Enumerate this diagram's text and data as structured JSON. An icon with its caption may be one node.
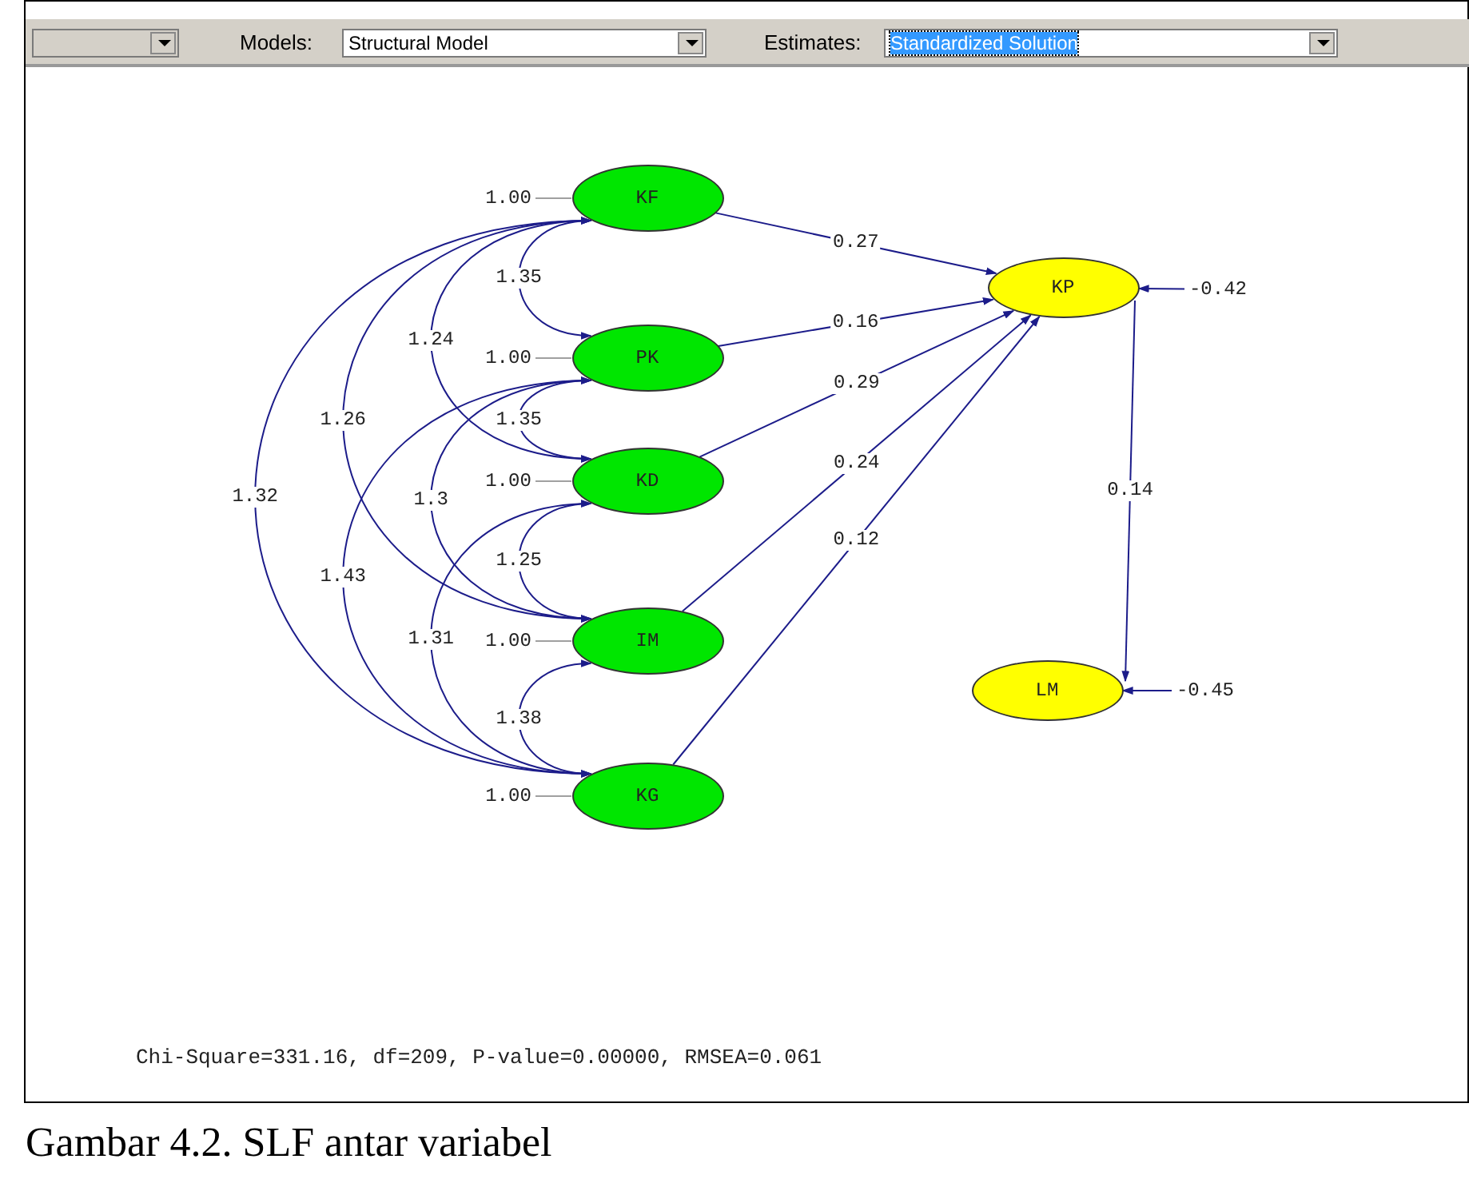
{
  "diagram": {
    "caption": "Gambar 4.2. SLF antar variabel",
    "nodes": [
      {
        "text": [
          "KF"
        ]
      },
      {
        "text": [
          "PK"
        ]
      },
      {
        "text": [
          "KD"
        ]
      },
      {
        "text": [
          "IM"
        ]
      },
      {
        "text": [
          "KG"
        ]
      },
      {
        "text": [
          "KP"
        ]
      },
      {
        "text": [
          "LM"
        ]
      },
      {
        "text": [
          "1.00"
        ]
      },
      {
        "text": [
          "1.00"
        ]
      },
      {
        "text": [
          "1.00"
        ]
      },
      {
        "text": [
          "1.00"
        ]
      },
      {
        "text": [
          "1.00"
        ]
      },
      {
        "text": [
          "-0.42"
        ]
      },
      {
        "text": [
          "-0.45"
        ]
      }
    ],
    "edges": [
      {
        "from": 0,
        "to": 5,
        "arrow": "to",
        "label": "0.27"
      },
      {
        "from": 1,
        "to": 5,
        "arrow": "to",
        "label": "0.16"
      },
      {
        "from": 2,
        "to": 5,
        "arrow": "to",
        "label": "0.29"
      },
      {
        "from": 3,
        "to": 5,
        "arrow": "to",
        "label": "0.24"
      },
      {
        "from": 4,
        "to": 5,
        "arrow": "to",
        "label": "0.12"
      },
      {
        "from": 5,
        "to": 6,
        "arrow": "to",
        "label": "0.14"
      },
      {
        "from": 12,
        "to": 5,
        "arrow": "to"
      },
      {
        "from": 13,
        "to": 6,
        "arrow": "to"
      },
      {
        "from": 7,
        "to": 0,
        "arrow": "none",
        "color": "#a0a0a0"
      },
      {
        "from": 8,
        "to": 1,
        "arrow": "none",
        "color": "#a0a0a0"
      },
      {
        "from": 9,
        "to": 2,
        "arrow": "none",
        "color": "#a0a0a0"
      },
      {
        "from": 10,
        "to": 3,
        "arrow": "none",
        "color": "#a0a0a0"
      },
      {
        "from": 11,
        "to": 4,
        "arrow": "none",
        "color": "#a0a0a0"
      },
      {
        "from": 0,
        "to": 1,
        "arrow": "both",
        "label": "1.35"
      },
      {
        "from": 0,
        "to": 2,
        "arrow": "both",
        "label": "1.24"
      },
      {
        "from": 0,
        "to": 3,
        "arrow": "both",
        "label": "1.26"
      },
      {
        "from": 1,
        "to": 2,
        "arrow": "both",
        "label": "1.35"
      },
      {
        "from": 1,
        "to": 3,
        "arrow": "both",
        "label": "1.3"
      },
      {
        "from": 0,
        "to": 4,
        "arrow": "both",
        "label": "1.32"
      },
      {
        "from": 2,
        "to": 3,
        "arrow": "both",
        "label": "1.25"
      },
      {
        "from": 1,
        "to": 4,
        "arrow": "both",
        "label": "1.43"
      },
      {
        "from": 2,
        "to": 4,
        "arrow": "both",
        "label": "1.31"
      },
      {
        "from": 3,
        "to": 4,
        "arrow": "both",
        "label": "1.38"
      }
    ],
    "labels": [
      "Models:",
      "Structural Model",
      "Estimates:",
      "Standardized Solution",
      "Chi-Square=331.16, df=209, P-value=0.00000, RMSEA=0.061"
    ]
  }
}
